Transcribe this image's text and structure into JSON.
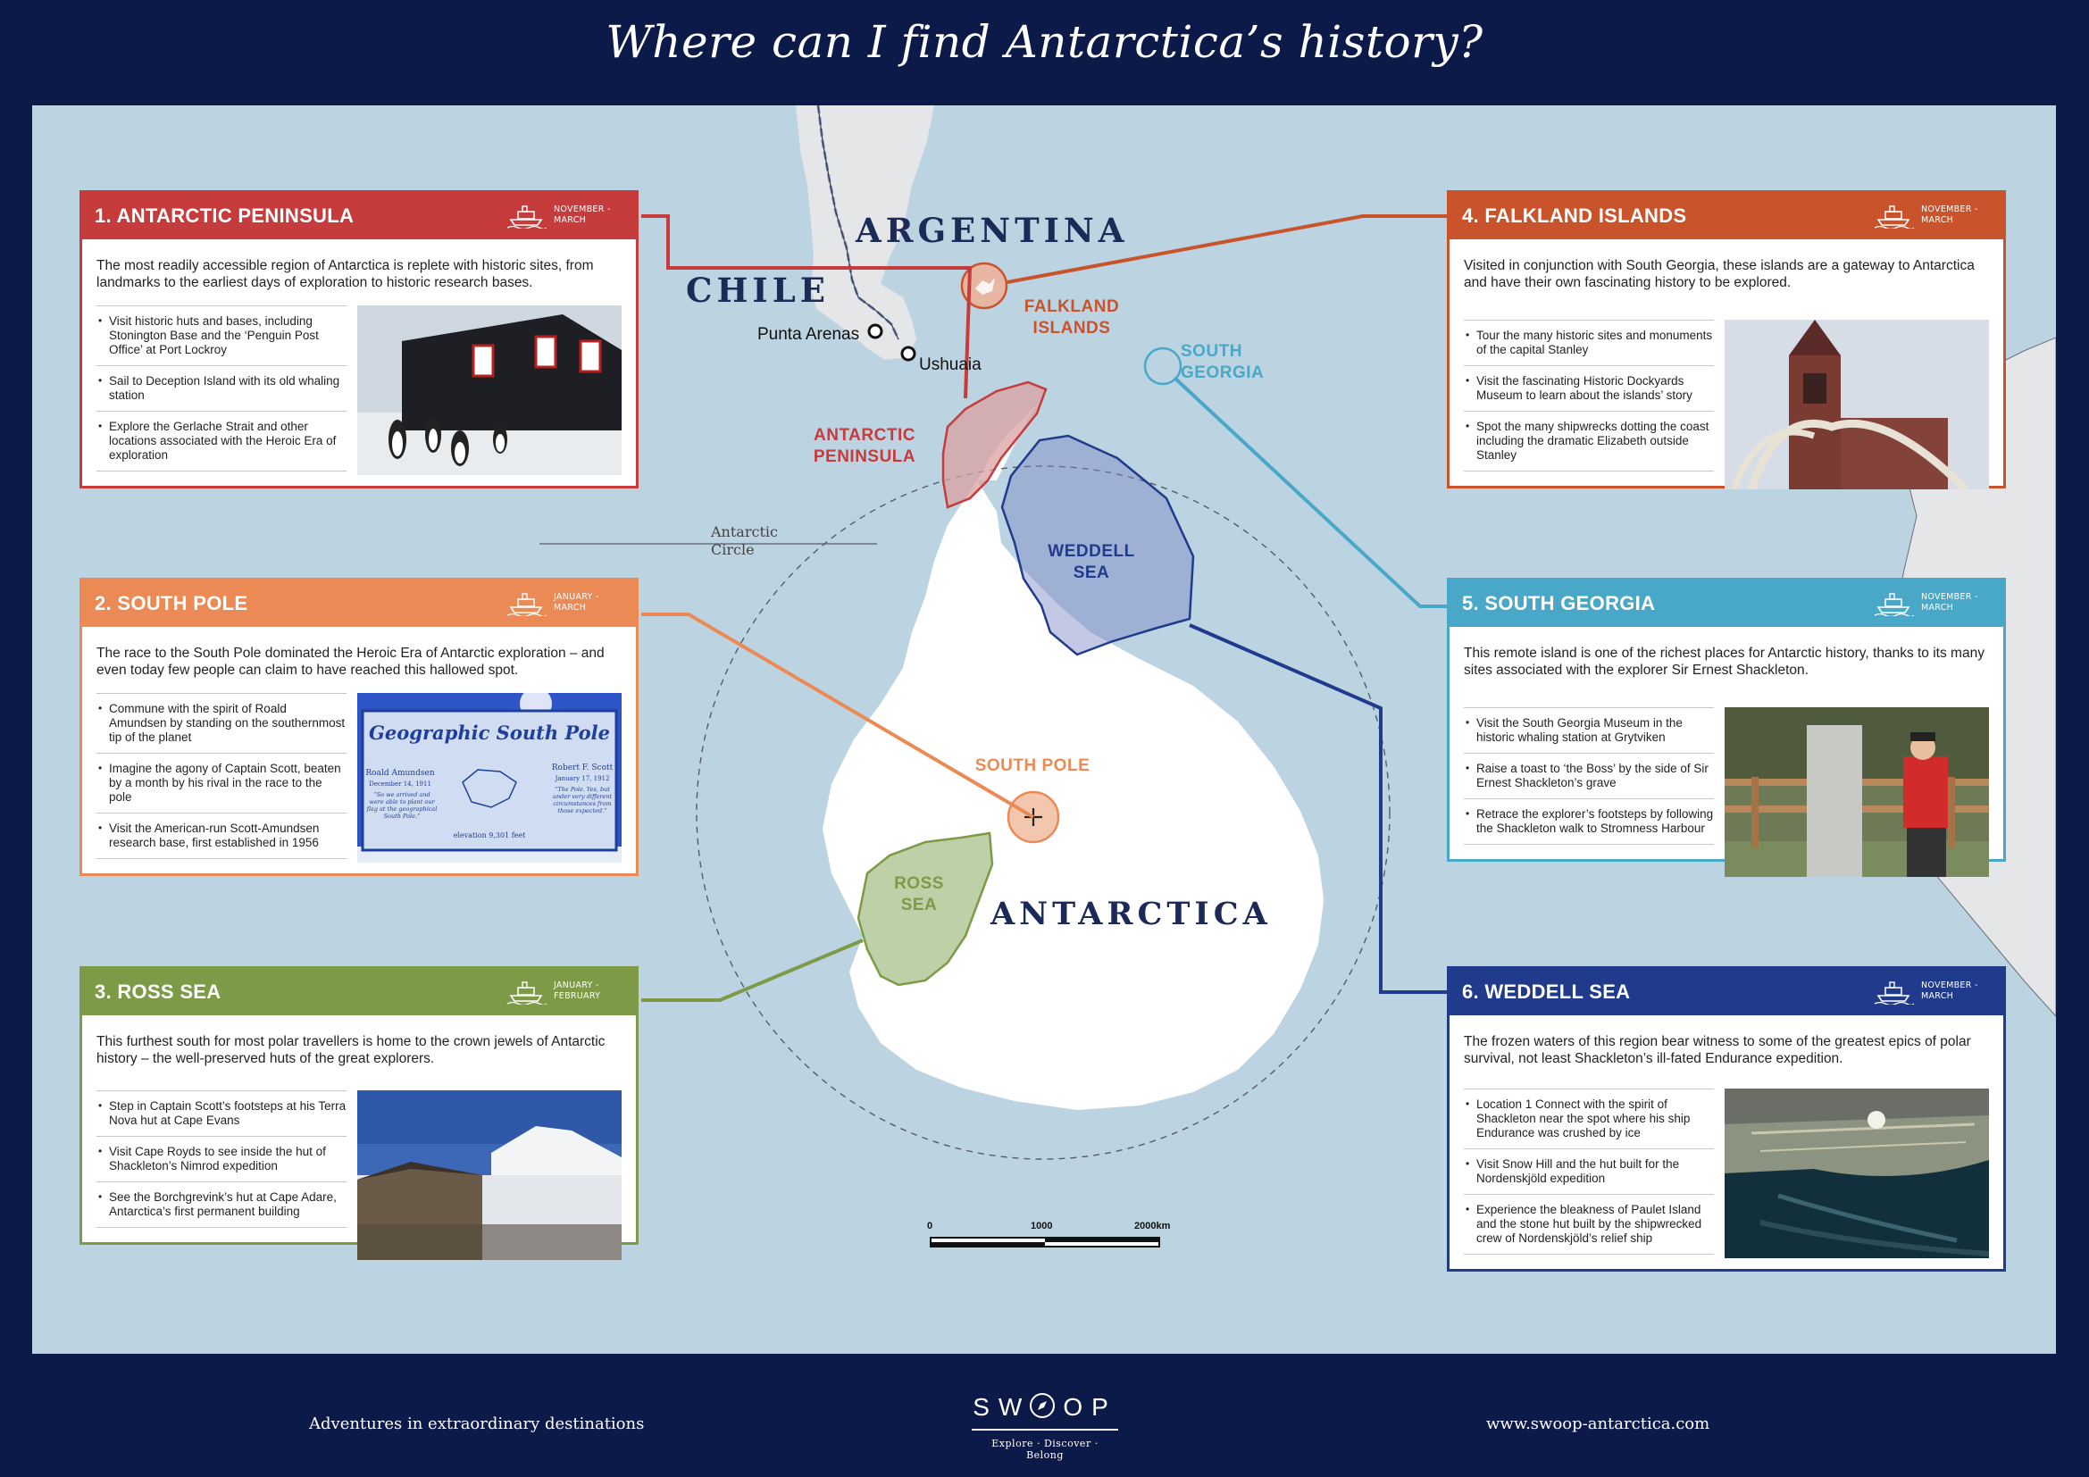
{
  "title": "Where can I find Antarctica’s history?",
  "colors": {
    "peninsula": "#c63b3b",
    "south_pole": "#ec8a55",
    "ross_sea": "#7d9a46",
    "falklands": "#c9532b",
    "south_georgia": "#49a8c7",
    "weddell": "#203b8c",
    "navy": "#0c1a4a",
    "sea": "#bcd3e2"
  },
  "map": {
    "countries": [
      "ARGENTINA",
      "CHILE"
    ],
    "continent": "ANTARCTICA",
    "cities": [
      "Punta Arenas",
      "Ushuaia"
    ],
    "antarctic_circle": [
      "Antarctic",
      "Circle"
    ],
    "regions": {
      "peninsula": [
        "ANTARCTIC",
        "PENINSULA"
      ],
      "falklands": [
        "FALKLAND",
        "ISLANDS"
      ],
      "south_georgia": [
        "SOUTH",
        "GEORGIA"
      ],
      "weddell": [
        "WEDDELL",
        "SEA"
      ],
      "south_pole": "SOUTH POLE",
      "ross": [
        "ROSS",
        "SEA"
      ]
    },
    "scale": [
      "0",
      "1000",
      "2000km"
    ]
  },
  "cards": [
    {
      "title": "1. ANTARCTIC PENINSULA",
      "season": "NOVEMBER - MARCH",
      "intro": "The most readily accessible region of Antarctica is replete with historic sites, from landmarks to the earliest days of exploration to historic research bases.",
      "bullets": [
        "Visit historic huts and bases, including Stonington Base and the ‘Penguin Post Office’ at Port Lockroy",
        "Sail to Deception Island with its old whaling station",
        "Explore the Gerlache Strait and other locations associated with the Heroic Era of exploration"
      ]
    },
    {
      "title": "2. SOUTH POLE",
      "season": "JANUARY - MARCH",
      "intro": "The race to the South Pole dominated the Heroic Era of Antarctic exploration – and even today few people can claim to have reached this hallowed spot.",
      "bullets": [
        "Commune with the spirit of Roald Amundsen by standing on the southernmost tip of the planet",
        "Imagine the agony of Captain Scott, beaten by a month by his rival in the race to the pole",
        "Visit the American-run Scott-Amundsen research base, first established in 1956"
      ],
      "photo_sign": {
        "heading": "Geographic South Pole",
        "left_name": "Roald Amundsen",
        "left_date": "December 14, 1911",
        "left_quote": "“So we arrived and were able to plant our flag at the geographical South Pole.”",
        "right_name": "Robert F. Scott",
        "right_date": "January 17, 1912",
        "right_quote": "“The Pole. Yes, but under very different circumstances from those expected.”",
        "elevation": "elevation 9,301 feet"
      }
    },
    {
      "title": "3. ROSS SEA",
      "season": "JANUARY - FEBRUARY",
      "intro": "This furthest south for most polar travellers is home to the crown jewels of Antarctic history – the well-preserved huts of the great explorers.",
      "bullets": [
        "Step in Captain Scott’s footsteps at his Terra Nova hut at Cape Evans",
        "Visit Cape Royds to see inside the hut of Shackleton’s Nimrod expedition",
        "See the Borchgrevink’s hut at Cape Adare, Antarctica’s first permanent building"
      ]
    },
    {
      "title": "4. FALKLAND ISLANDS",
      "season": "NOVEMBER - MARCH",
      "intro": "Visited in conjunction with South Georgia, these islands are a gateway to Antarctica and have their own fascinating history to be explored.",
      "bullets": [
        "Tour the many historic sites and monuments of the capital Stanley",
        "Visit the fascinating Historic Dockyards Museum to learn about the islands’ story",
        "Spot the many shipwrecks dotting the coast including the dramatic Elizabeth outside Stanley"
      ]
    },
    {
      "title": "5. SOUTH GEORGIA",
      "season": "NOVEMBER - MARCH",
      "intro": "This remote island is one of the richest places for Antarctic history, thanks to its many sites associated with the explorer Sir Ernest Shackleton.",
      "bullets": [
        "Visit the South Georgia Museum in the historic whaling station at Grytviken",
        "Raise a toast to ‘the Boss’ by the side of Sir Ernest Shackleton’s grave",
        "Retrace the explorer’s footsteps by following the Shackleton walk to Stromness Harbour"
      ]
    },
    {
      "title": "6. WEDDELL SEA",
      "season": "NOVEMBER - MARCH",
      "intro": "The frozen waters of this region bear witness to some of the greatest epics of polar survival, not least Shackleton’s ill-fated Endurance expedition.",
      "bullets": [
        "Location 1 Connect with the spirit of Shackleton near the spot where his ship Endurance was crushed by ice",
        "Visit Snow Hill and the hut built for the Nordenskjöld expedition",
        "Experience the bleakness of Paulet Island and the stone hut built by the shipwrecked crew of Nordenskjöld’s relief ship"
      ]
    }
  ],
  "footer": {
    "tagline": "Adventures in extraordinary destinations",
    "logo_left": "SW",
    "logo_right": "OP",
    "logo_tag": "Explore · Discover · Belong",
    "url": "www.swoop-antarctica.com"
  }
}
